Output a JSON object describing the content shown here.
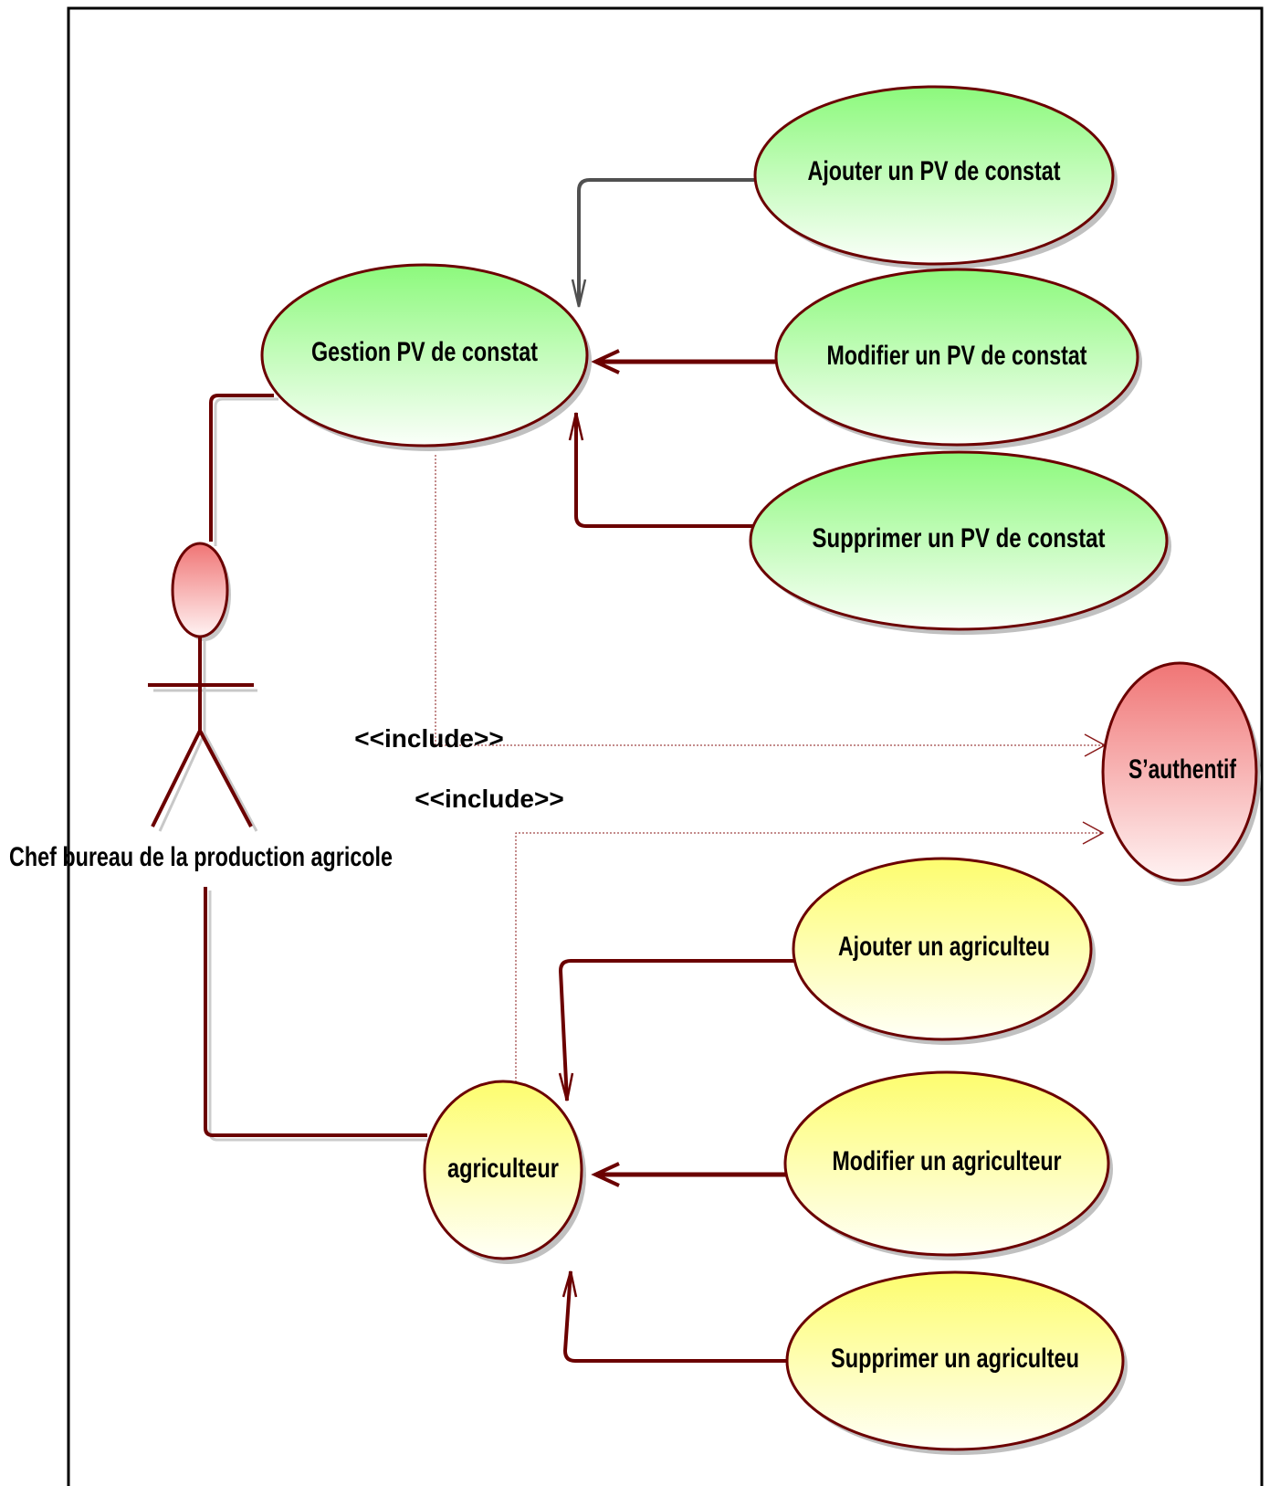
{
  "actor": {
    "name": "Chef bureau de la production agricole"
  },
  "use_cases": {
    "gestion_pv": "Gestion PV de constat",
    "ajouter_pv": "Ajouter un PV de constat",
    "modifier_pv": "Modifier un PV de constat",
    "supprimer_pv": "Supprimer  un PV de constat",
    "authentifier": "S’authentif",
    "agriculteur": "agriculteur",
    "ajouter_agri": "Ajouter un agriculteu",
    "modifier_agri": "Modifier un agriculteur",
    "supprimer_agri": "Supprimer  un agriculteu"
  },
  "relations": {
    "include_1": "<<include>>",
    "include_2": "<<include>>"
  },
  "colors": {
    "outline": "#6b0000",
    "green_top": "#8cf97c",
    "green_bottom": "#fbfffa",
    "yellow_top": "#fdfd6e",
    "yellow_bottom": "#fffff7",
    "red_top": "#f07575",
    "red_bottom": "#fff3f3",
    "shadow": "#bdbdbd",
    "generalization_gray": "#505050"
  }
}
